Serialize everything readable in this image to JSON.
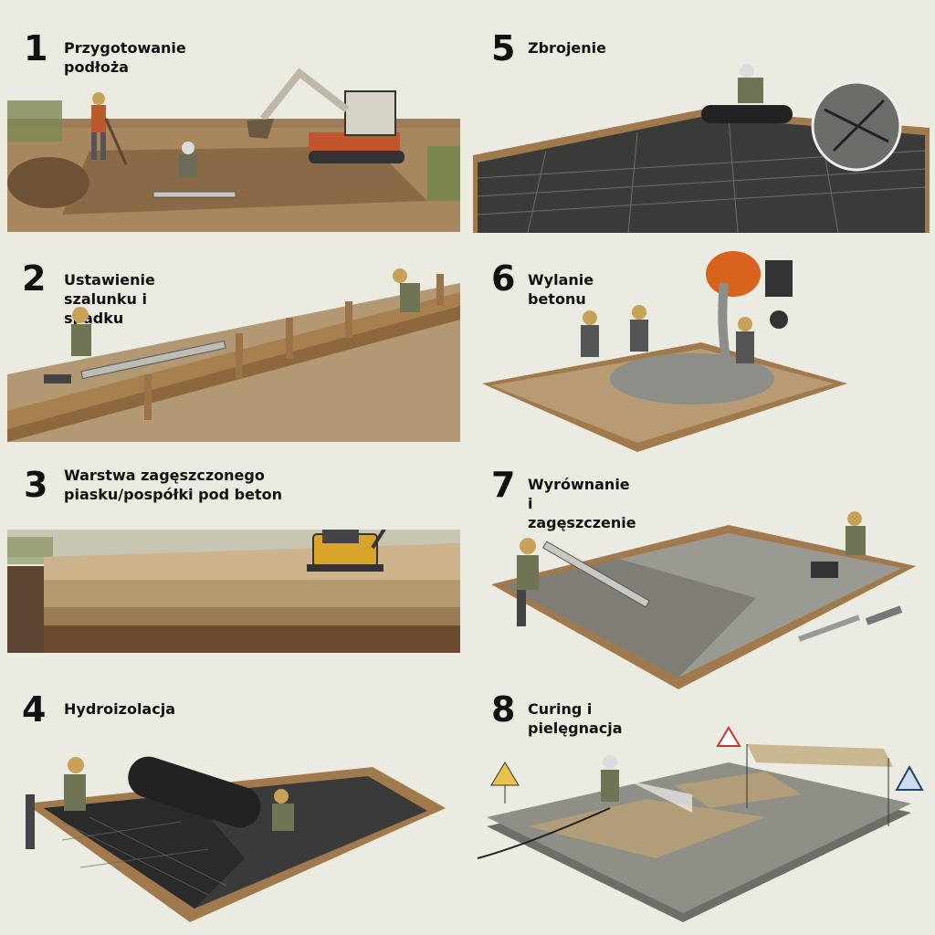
{
  "infographic": {
    "steps": [
      {
        "number": "1",
        "title": "Przygotowanie podłoża"
      },
      {
        "number": "2",
        "title": "Ustawienie szalunku i spadku"
      },
      {
        "number": "3",
        "title": "Warstwa zagęszczonego piasku/pospółki pod beton"
      },
      {
        "number": "4",
        "title": "Hydroizolacja"
      },
      {
        "number": "5",
        "title": "Zbrojenie"
      },
      {
        "number": "6",
        "title": "Wylanie betonu"
      },
      {
        "number": "7",
        "title": "Wyrównanie i zagęszczenie"
      },
      {
        "number": "8",
        "title": "Curing i pielęgnacja"
      }
    ],
    "colors": {
      "background": "#ecebe2",
      "soil": "#8b6a48",
      "wood": "#a07a4c",
      "concrete": "#8e8e88",
      "mesh": "#2e2e2e",
      "mixer_orange": "#d8621e",
      "compactor_yellow": "#d9a528"
    }
  }
}
